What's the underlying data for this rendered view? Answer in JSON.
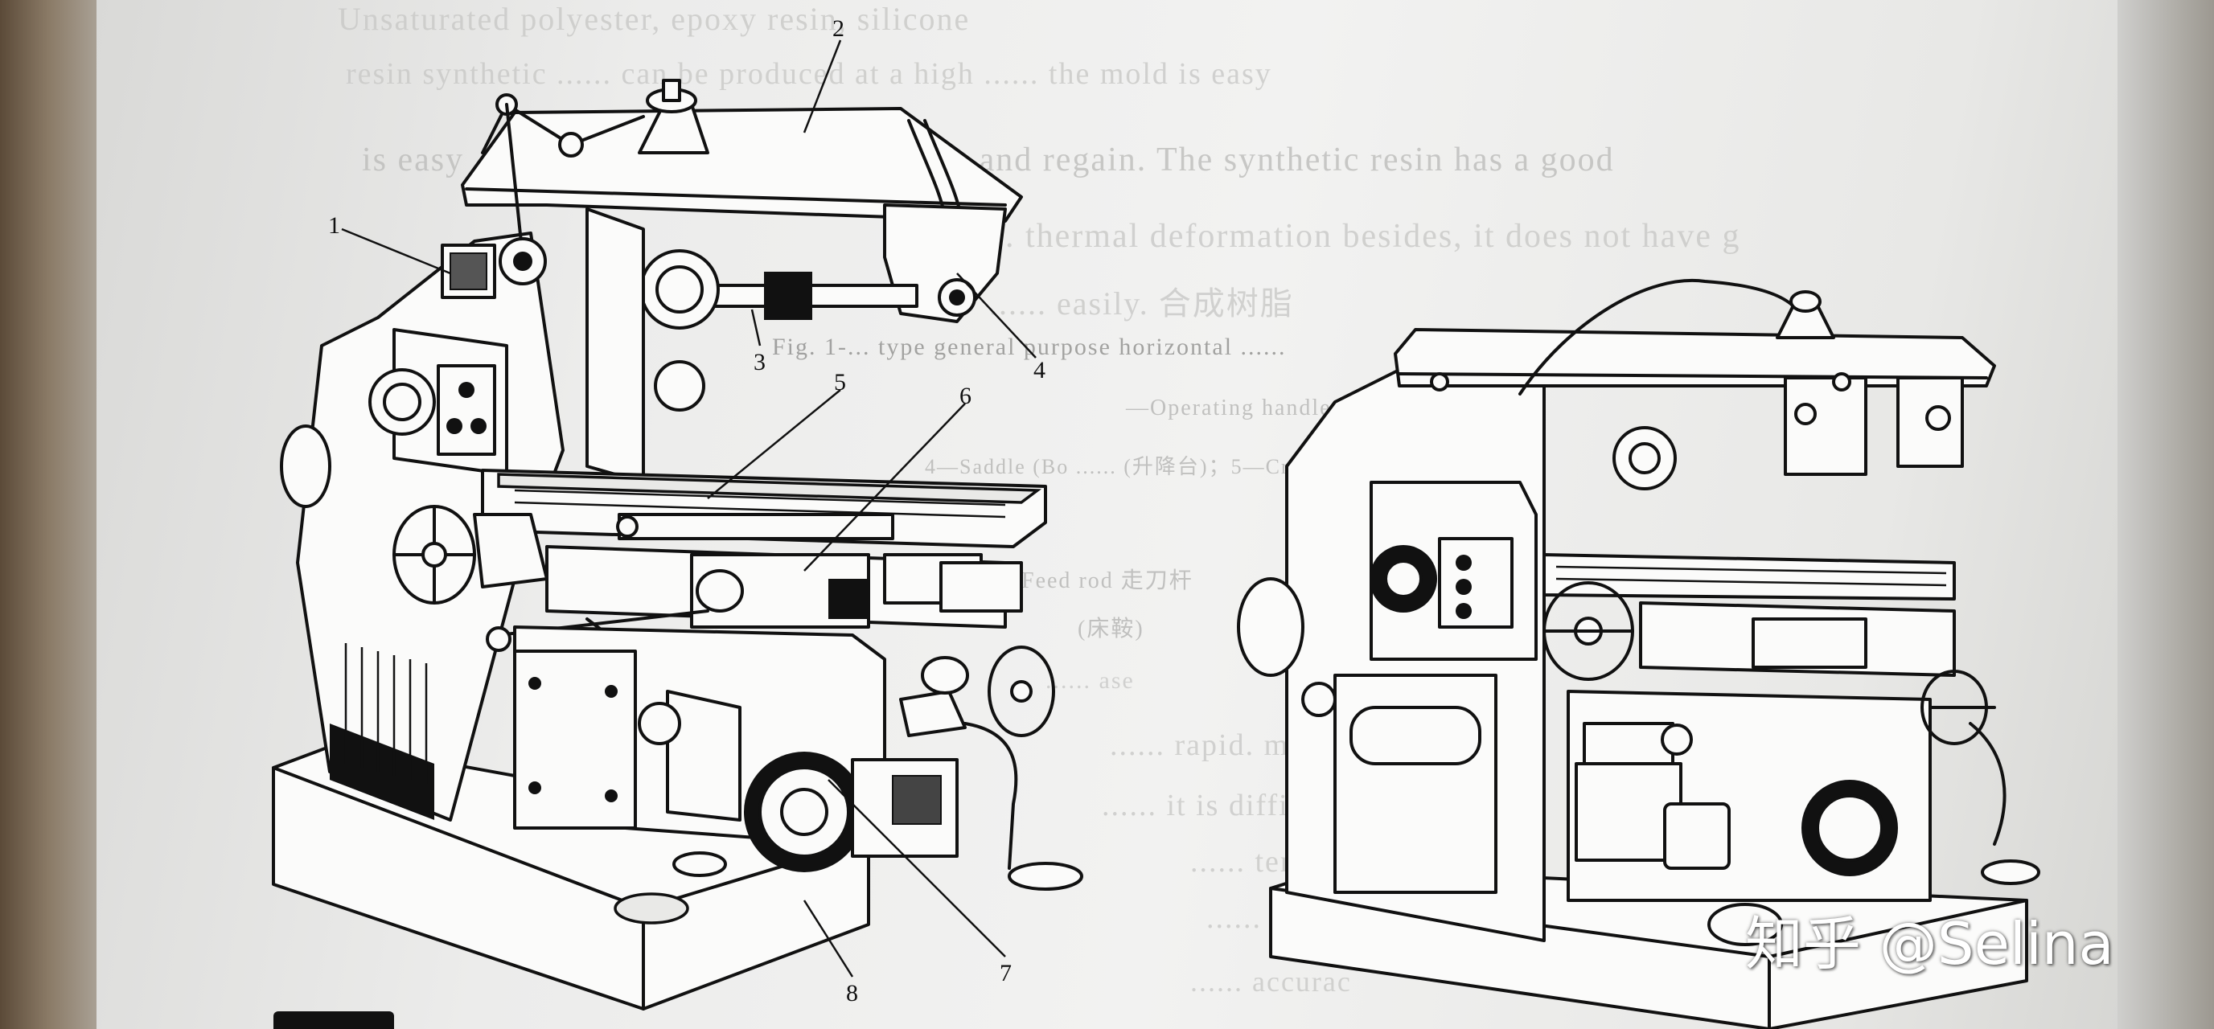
{
  "figure": {
    "callouts": [
      "1",
      "2",
      "3",
      "4",
      "5",
      "6",
      "7",
      "8"
    ]
  },
  "bleed_through": [
    "Unsaturated polyester, epoxy resin, silicone",
    "resin synthetic ...... can be produced at a high ...... the mold is easy",
    "is easy ...... the mold is easy to replicate and regain. The synthetic resin has a good",
    "..... thermal deformation besides, it does not have g",
    "...... easily.  合成树脂",
    "Fig. 1-... type general purpose horizontal ......",
    "—Operating handle;  操纵手柄；3",
    "4—Saddle (Bo ......  (升降台)；5—Cross-slide  中滑板",
    "Feed rod  走刀杆",
    "(床鞍)",
    "...... ase",
    "...... rapid.  mater",
    "...... it is difficult",
    "...... ternal stress",
    "...... thstand",
    "...... accurac"
  ],
  "watermark": "知乎 @Selina"
}
